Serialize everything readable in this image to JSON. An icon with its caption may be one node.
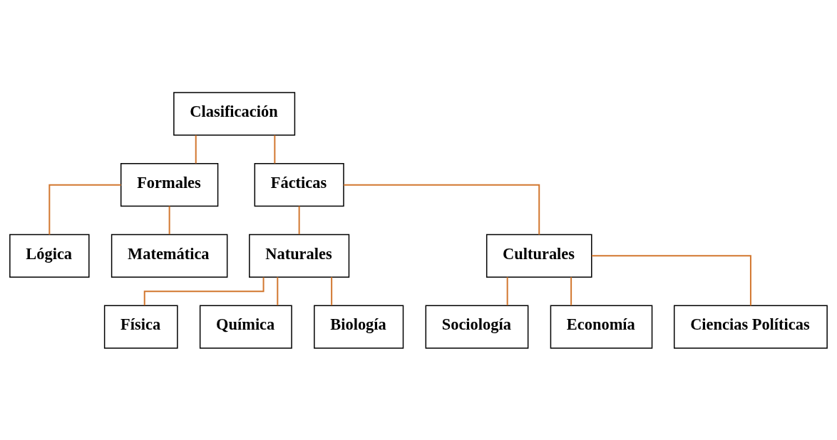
{
  "diagram": {
    "nodes": [
      {
        "text": [
          "Clasificación"
        ]
      },
      {
        "text": [
          "Formales"
        ]
      },
      {
        "text": [
          "Fácticas"
        ]
      },
      {
        "text": [
          "Lógica"
        ]
      },
      {
        "text": [
          "Matemática"
        ]
      },
      {
        "text": [
          "Naturales"
        ]
      },
      {
        "text": [
          "Culturales"
        ]
      },
      {
        "text": [
          "Física"
        ]
      },
      {
        "text": [
          "Química"
        ]
      },
      {
        "text": [
          "Biología"
        ]
      },
      {
        "text": [
          "Sociología"
        ]
      },
      {
        "text": [
          "Economía"
        ]
      },
      {
        "text": [
          "Ciencias Políticas"
        ]
      }
    ],
    "edges": [
      {
        "from": 0,
        "to": 1,
        "arrow": "none"
      },
      {
        "from": 0,
        "to": 2,
        "arrow": "none"
      },
      {
        "from": 1,
        "to": 3,
        "arrow": "none"
      },
      {
        "from": 1,
        "to": 4,
        "arrow": "none"
      },
      {
        "from": 2,
        "to": 5,
        "arrow": "none"
      },
      {
        "from": 2,
        "to": 6,
        "arrow": "none"
      },
      {
        "from": 5,
        "to": 7,
        "arrow": "none"
      },
      {
        "from": 5,
        "to": 8,
        "arrow": "none"
      },
      {
        "from": 5,
        "to": 9,
        "arrow": "none"
      },
      {
        "from": 6,
        "to": 10,
        "arrow": "none"
      },
      {
        "from": 6,
        "to": 11,
        "arrow": "none"
      },
      {
        "from": 6,
        "to": 12,
        "arrow": "none"
      }
    ]
  }
}
